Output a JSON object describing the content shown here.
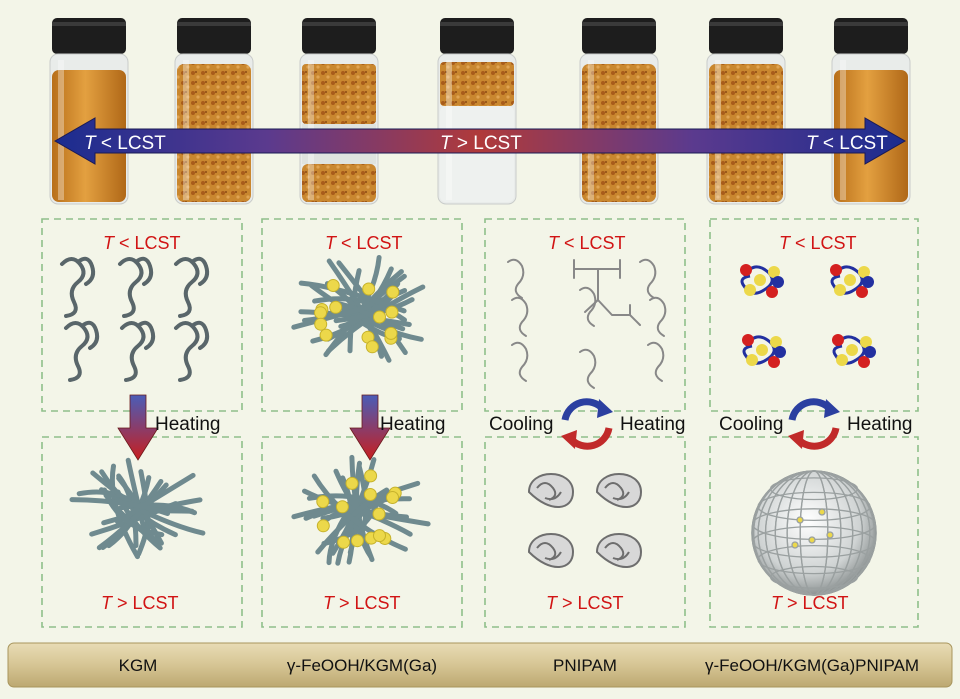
{
  "arrow_labels": {
    "left_prefix": "T",
    "left_rest": " < LCST",
    "center_prefix": "T",
    "center_rest": " > LCST",
    "right_prefix": "T",
    "right_rest": " < LCST"
  },
  "panels": [
    {
      "top_prefix": "T",
      "top_rest": " < LCST",
      "bottom_prefix": "T",
      "bottom_rest": " > LCST",
      "process": "Heating"
    },
    {
      "top_prefix": "T",
      "top_rest": " < LCST",
      "bottom_prefix": "T",
      "bottom_rest": " > LCST",
      "process": "Heating"
    },
    {
      "top_prefix": "T",
      "top_rest": " < LCST",
      "bottom_prefix": "T",
      "bottom_rest": " > LCST",
      "process_left": "Cooling",
      "process_right": "Heating"
    },
    {
      "top_prefix": "T",
      "top_rest": " < LCST",
      "bottom_prefix": "T",
      "bottom_rest": " > LCST",
      "process_left": "Cooling",
      "process_right": "Heating"
    }
  ],
  "materials": [
    "KGM",
    "γ-FeOOH/KGM(Ga)",
    "PNIPAM",
    "γ-FeOOH/KGM(Ga)PNIPAM"
  ],
  "colors": {
    "temp_text": "#d11414",
    "panel_border": "#8fbf8a",
    "bottom_bar": "#d8c99c",
    "vial_orange": "#d98e2b",
    "cap": "#1c1c1c",
    "arrow_blue": "#1c2f8c",
    "arrow_red": "#9c2431"
  }
}
